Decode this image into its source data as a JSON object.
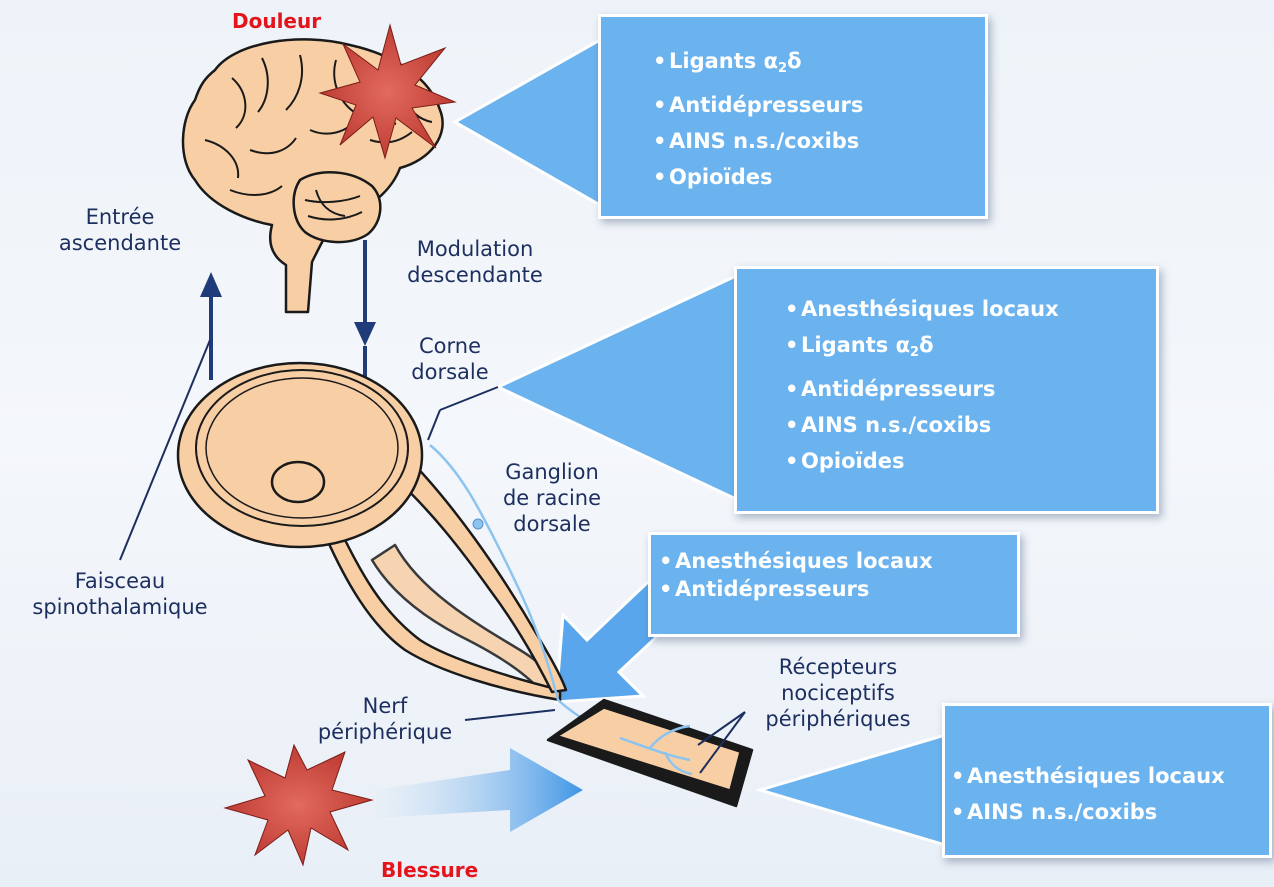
{
  "labels": {
    "pain": "Douleur",
    "injury": "Blessure",
    "ascending": [
      "Entrée",
      "ascendante"
    ],
    "descending": [
      "Modulation",
      "descendante"
    ],
    "dorsal_horn": [
      "Corne",
      "dorsale"
    ],
    "dorsal_root_ganglion": [
      "Ganglion",
      "de racine",
      "dorsale"
    ],
    "spinothalamic_tract": [
      "Faisceau",
      "spinothalamique"
    ],
    "peripheral_nerve": [
      "Nerf",
      "périphérique"
    ],
    "nociceptors": [
      "Récepteurs",
      "nociceptifs",
      "périphériques"
    ]
  },
  "drug_boxes": {
    "brain": [
      {
        "text": "Ligants α",
        "sub": "2",
        "tail": "δ"
      },
      {
        "text": "Antidépresseurs"
      },
      {
        "text": "AINS n.s./coxibs"
      },
      {
        "text": "Opioïdes"
      }
    ],
    "spinal": [
      {
        "text": "Anesthésiques locaux"
      },
      {
        "text": "Ligants α",
        "sub": "2",
        "tail": "δ"
      },
      {
        "text": "Antidépresseurs"
      },
      {
        "text": "AINS n.s./coxibs"
      },
      {
        "text": "Opioïdes"
      }
    ],
    "nerve": [
      {
        "text": "Anesthésiques locaux"
      },
      {
        "text": "Antidépresseurs"
      }
    ],
    "receptor": [
      {
        "text": "Anesthésiques locaux"
      },
      {
        "text": "AINS n.s./coxibs"
      }
    ]
  },
  "colors": {
    "box_fill": "#6bb3ef",
    "arrow_fill": "#5aa6ec",
    "tissue": "#f8cfa5",
    "tissue_outline": "#1a1a1a",
    "text_navy": "#1c2f5e",
    "alert_red": "#e4141c",
    "star_red": "#c8443a"
  }
}
